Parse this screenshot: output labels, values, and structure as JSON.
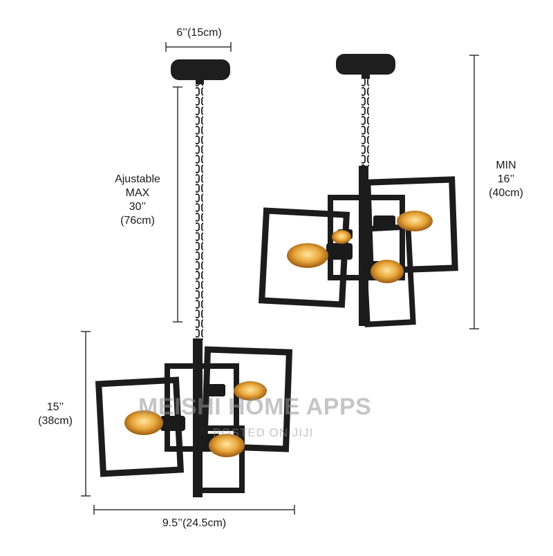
{
  "dimensions": {
    "canopy_width": "6’’(15cm)",
    "adjustable": [
      "Ajustable",
      "MAX",
      "30’’",
      "(76cm)"
    ],
    "min": [
      "MIN",
      "16’’",
      "(40cm)"
    ],
    "height": [
      "15’’",
      "(38cm)"
    ],
    "width": "9.5’’(24.5cm)"
  },
  "watermark": {
    "main": "MEISHI HOME APPS",
    "sub": "POSTED ON JIJI"
  },
  "colors": {
    "metal": "#1c1c1c",
    "bulb_glow": "#e9a73a",
    "dimension_line": "#333333"
  }
}
